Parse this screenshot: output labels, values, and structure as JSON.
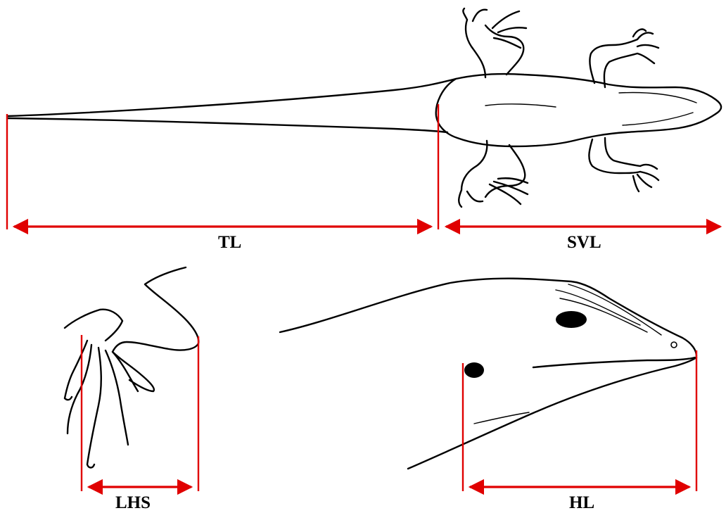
{
  "measurements": {
    "tail_length": "TL",
    "snout_vent_length": "SVL",
    "hind_limb_length": "LHS",
    "head_length": "HL"
  },
  "colors": {
    "measure_line": "#e00000",
    "drawing_ink": "#000000",
    "background": "#ffffff"
  }
}
